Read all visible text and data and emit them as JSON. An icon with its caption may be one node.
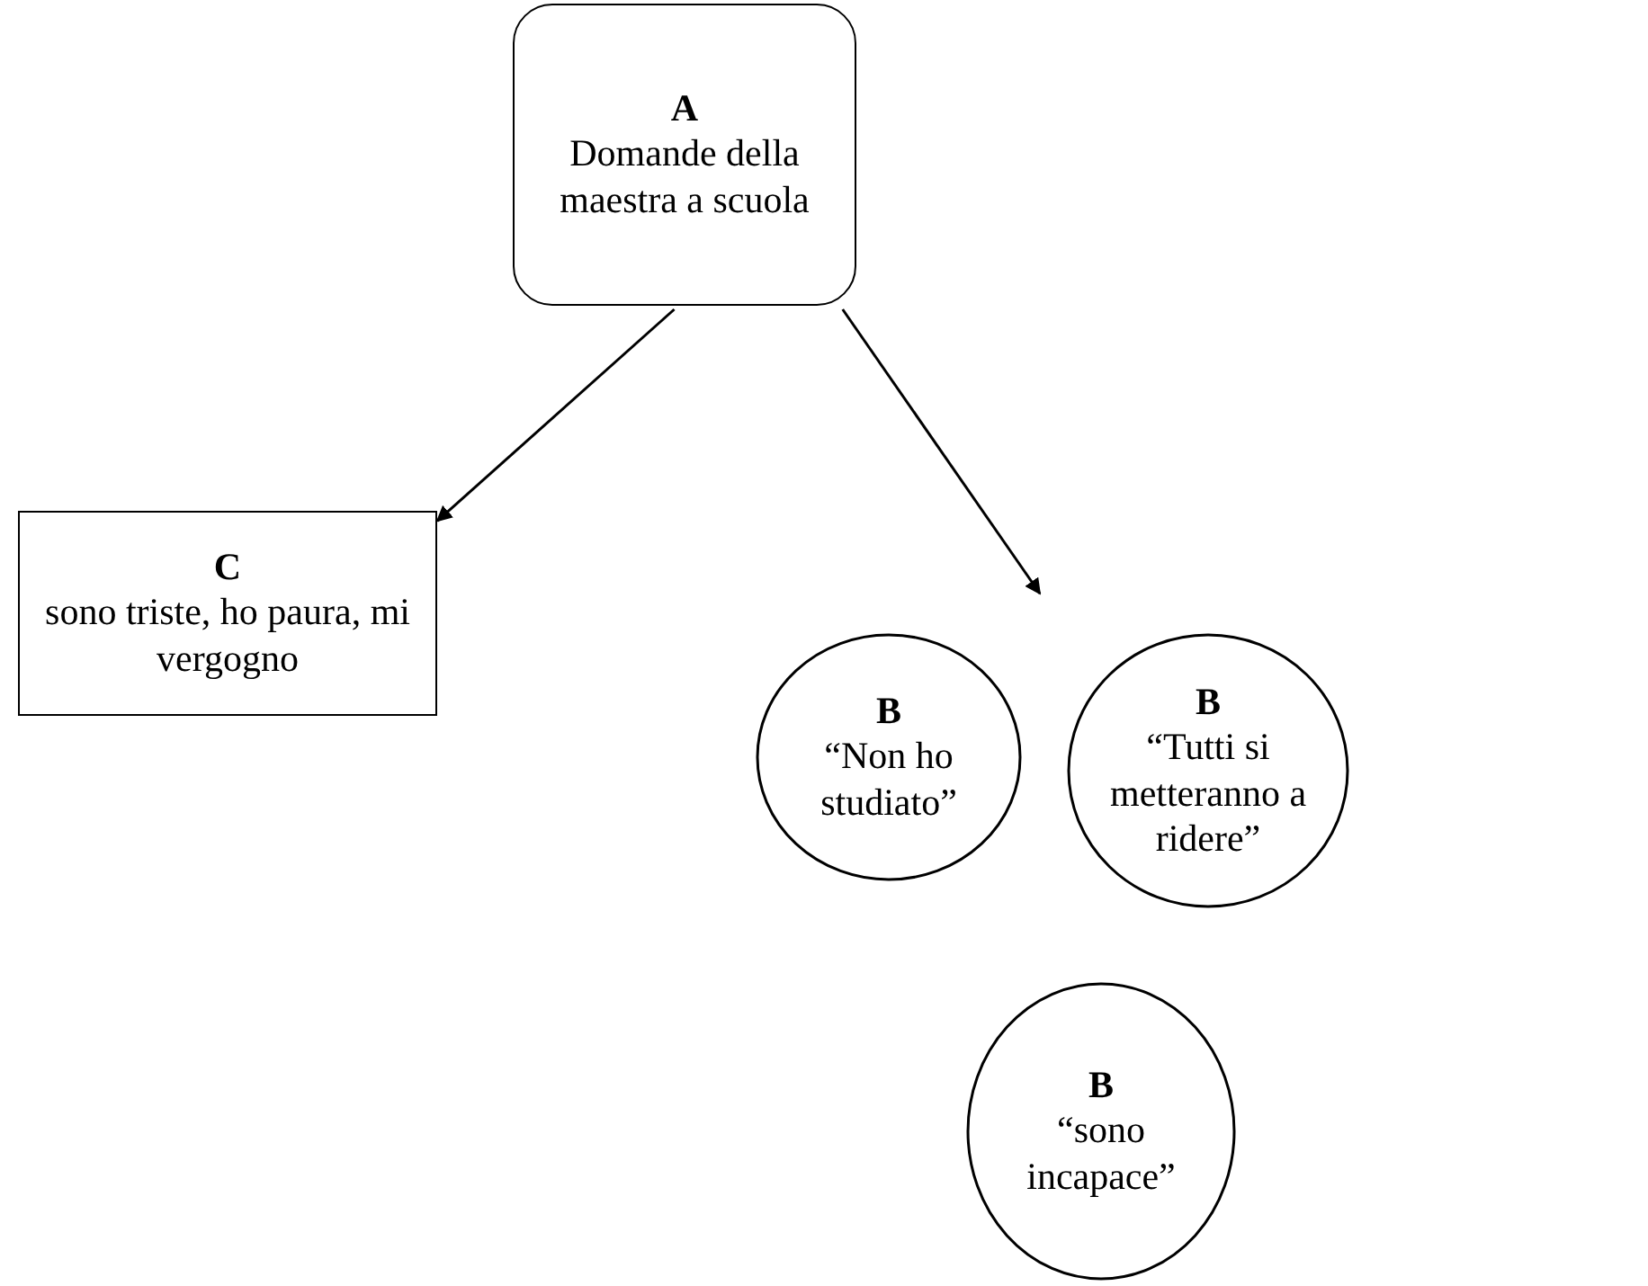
{
  "diagram": {
    "nodes": [
      {
        "text": [
          "A",
          "Domande della maestra a scuola"
        ]
      },
      {
        "text": [
          "C",
          "sono triste, ho paura, mi vergogno"
        ]
      },
      {
        "text": [
          "B",
          "“Non ho studiato”"
        ]
      },
      {
        "text": [
          "B",
          "“Tutti si metteranno a ridere”"
        ]
      },
      {
        "text": [
          "B",
          "“sono incapace”"
        ]
      }
    ],
    "edges": [
      {
        "from": 0,
        "to": 1,
        "arrow": "to"
      },
      {
        "from": 0,
        "to": null,
        "arrow": "to"
      }
    ]
  }
}
